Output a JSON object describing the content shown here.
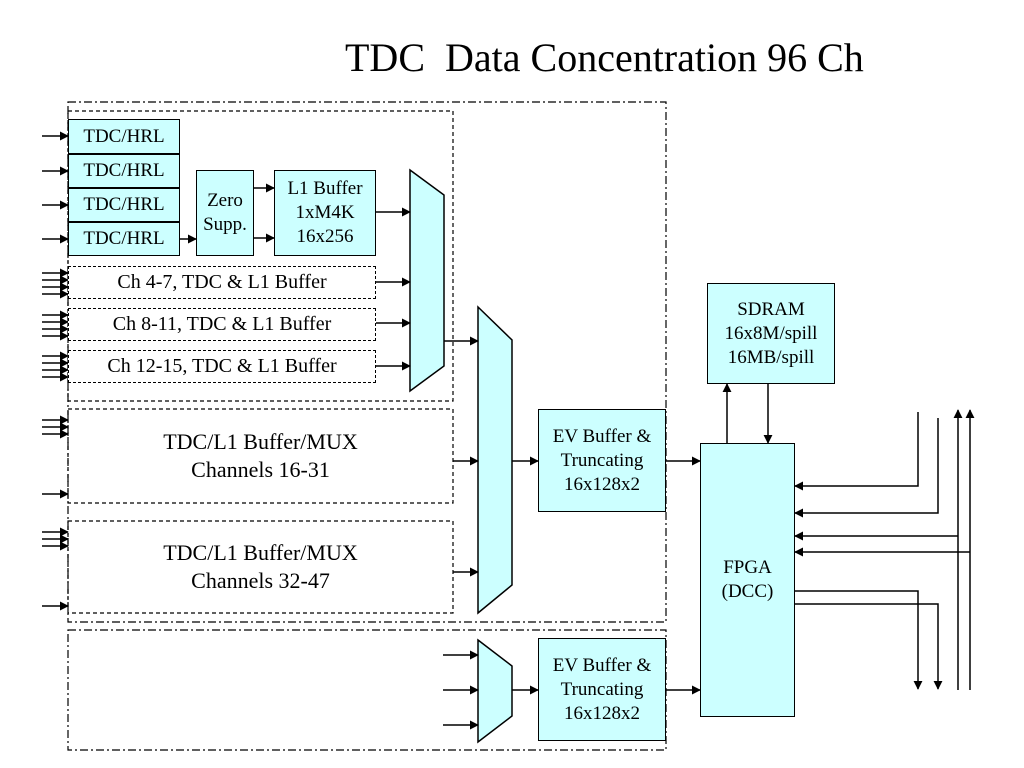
{
  "title": "TDC  Data Concentration 96 Ch",
  "tdc_blocks": [
    "TDC/HRL",
    "TDC/HRL",
    "TDC/HRL",
    "TDC/HRL"
  ],
  "zero_supp": [
    "Zero",
    "Supp."
  ],
  "l1_buffer": [
    "L1 Buffer",
    "1xM4K",
    "16x256"
  ],
  "channel_groups": [
    "Ch 4-7, TDC & L1 Buffer",
    "Ch 8-11, TDC & L1 Buffer",
    "Ch 12-15, TDC & L1 Buffer"
  ],
  "mux_group_16_31": [
    "TDC/L1 Buffer/MUX",
    "Channels 16-31"
  ],
  "mux_group_32_47": [
    "TDC/L1 Buffer/MUX",
    "Channels 32-47"
  ],
  "sdram": [
    "SDRAM",
    "16x8M/spill",
    "16MB/spill"
  ],
  "ev_buffer_upper": [
    "EV Buffer &",
    "Truncating",
    "16x128x2"
  ],
  "ev_buffer_lower": [
    "EV Buffer &",
    "Truncating",
    "16x128x2"
  ],
  "fpga": [
    "FPGA",
    "(DCC)"
  ],
  "colors": {
    "block_fill": "#ccffff",
    "line": "#000000",
    "background": "#ffffff"
  }
}
